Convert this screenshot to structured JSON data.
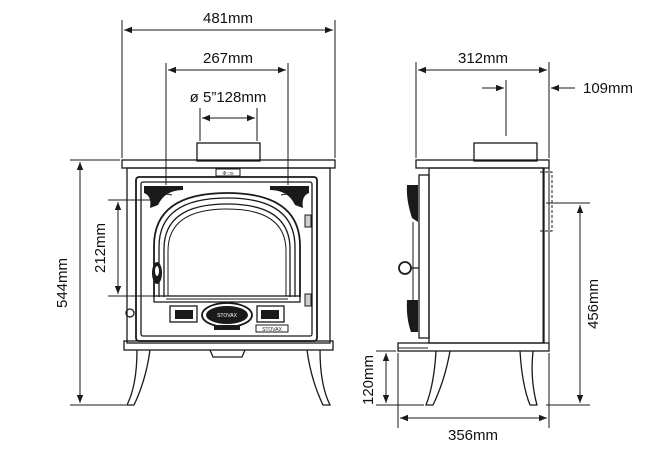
{
  "front_view": {
    "overall_width": "481mm",
    "door_width": "267mm",
    "flue_diameter": "ø 5”128mm",
    "door_height": "212mm",
    "overall_height": "544mm"
  },
  "side_view": {
    "depth_top": "312mm",
    "flue_offset": "109mm",
    "flue_height": "456mm",
    "leg_height": "120mm",
    "overall_depth": "356mm"
  },
  "badges": {
    "flue_label": "Φ □≡",
    "logo": "STOVAX",
    "brand_plate": "STOVAX"
  },
  "colors": {
    "line": "#1a1a1a",
    "background": "#ffffff"
  }
}
